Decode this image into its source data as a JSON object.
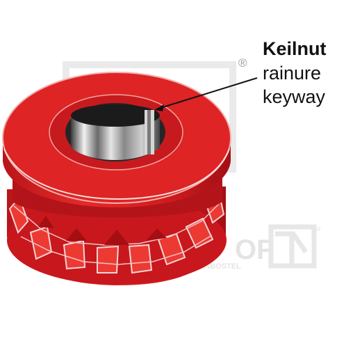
{
  "callout": {
    "de": "Keilnut",
    "fr": "rainure",
    "en": "keyway"
  },
  "watermark": {
    "brand_fragment": "OF",
    "subline_fragment": "ENBOSTEL",
    "registered_mark": "®"
  },
  "colors": {
    "part_red": "#d81e1e",
    "part_red_dark": "#a90f12",
    "part_red_light": "#ee3a36",
    "bore_metal": "#9a9a9a",
    "watermark_gray": "#d9d9d9"
  },
  "icons": [
    "sprocket-roller-image",
    "keyway-leader-line",
    "registered-mark"
  ]
}
